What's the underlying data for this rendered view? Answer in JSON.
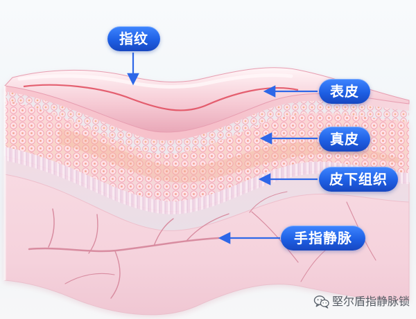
{
  "labels": {
    "fingerprint": "指纹",
    "epidermis": "表皮",
    "dermis": "真皮",
    "subcutaneous": "皮下组织",
    "finger_vein": "手指静脉"
  },
  "watermark": {
    "text": "堅尔盾指静脉锁",
    "icon": "wechat-icon"
  },
  "colors": {
    "label_blue": "#2563eb",
    "arrow_blue": "#2d67e8",
    "skin_pink": "#f3c4cf",
    "vein_red": "#d7718a"
  }
}
